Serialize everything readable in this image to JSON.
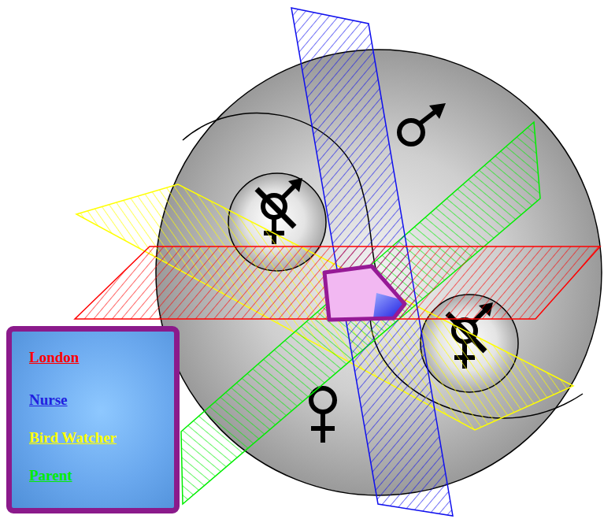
{
  "diagram": {
    "legend": [
      {
        "text": "London",
        "color": "#ff0000"
      },
      {
        "text": "Nurse",
        "color": "#2020e0"
      },
      {
        "text": "Bird Watcher",
        "color": "#ffff00"
      },
      {
        "text": "Parent",
        "color": "#00ee00"
      }
    ]
  }
}
